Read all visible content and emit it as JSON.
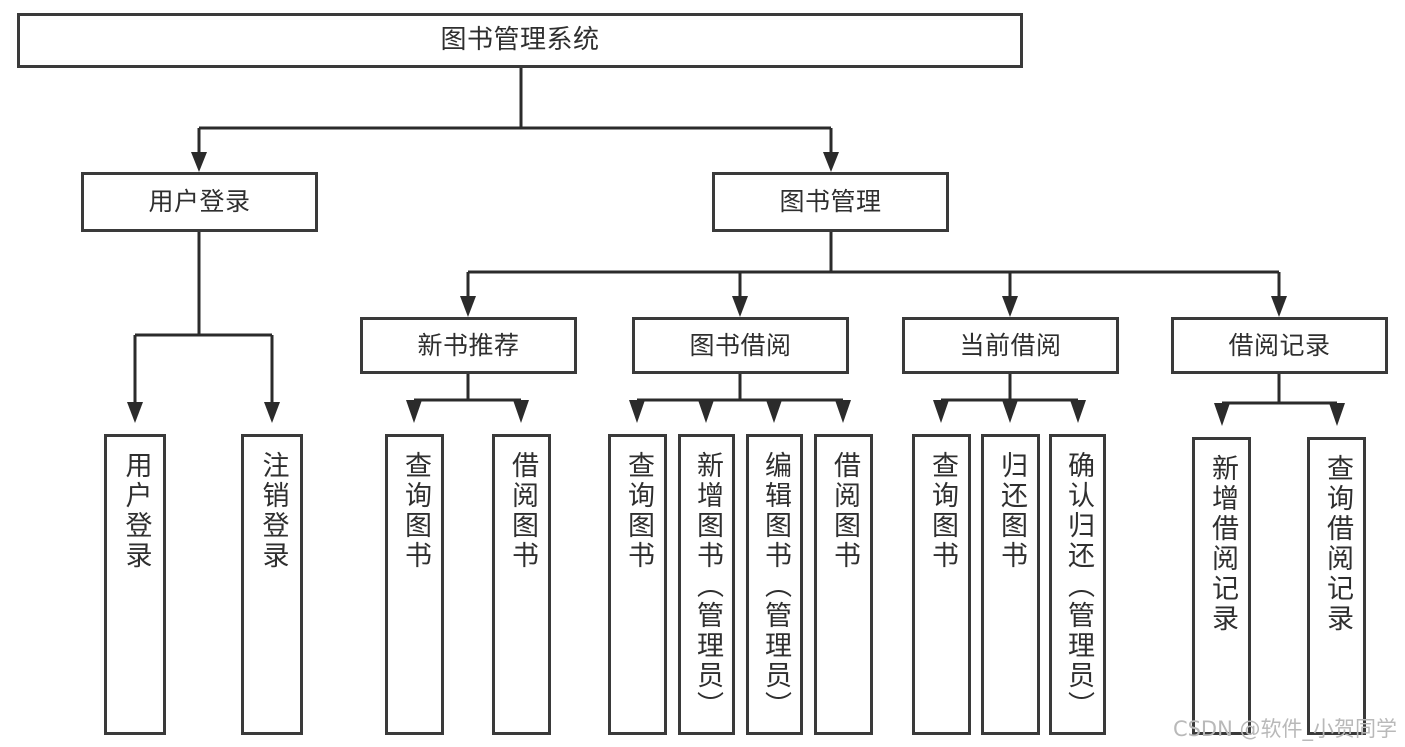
{
  "diagram": {
    "type": "tree-hierarchy",
    "title": "图书管理系统",
    "root": {
      "id": "root",
      "label": "图书管理系统"
    },
    "level2": [
      {
        "id": "user-login",
        "label": "用户登录"
      },
      {
        "id": "book-manage",
        "label": "图书管理"
      }
    ],
    "level3": [
      {
        "id": "new-book-rec",
        "label": "新书推荐",
        "parent": "book-manage"
      },
      {
        "id": "book-borrow",
        "label": "图书借阅",
        "parent": "book-manage"
      },
      {
        "id": "current-borrow",
        "label": "当前借阅",
        "parent": "book-manage"
      },
      {
        "id": "borrow-record",
        "label": "借阅记录",
        "parent": "book-manage"
      }
    ],
    "leaves": [
      {
        "id": "leaf-user-login",
        "label": "用户登录",
        "parent": "user-login"
      },
      {
        "id": "leaf-user-logout",
        "label": "注销登录",
        "parent": "user-login"
      },
      {
        "id": "leaf-query-book-1",
        "label": "查询图书",
        "parent": "new-book-rec"
      },
      {
        "id": "leaf-borrow-book-1",
        "label": "借阅图书",
        "parent": "new-book-rec"
      },
      {
        "id": "leaf-query-book-2",
        "label": "查询图书",
        "parent": "book-borrow"
      },
      {
        "id": "leaf-add-book",
        "label": "新增图书（管理员）",
        "parent": "book-borrow"
      },
      {
        "id": "leaf-edit-book",
        "label": "编辑图书（管理员）",
        "parent": "book-borrow"
      },
      {
        "id": "leaf-borrow-book-2",
        "label": "借阅图书",
        "parent": "book-borrow"
      },
      {
        "id": "leaf-query-book-3",
        "label": "查询图书",
        "parent": "current-borrow"
      },
      {
        "id": "leaf-return-book",
        "label": "归还图书",
        "parent": "current-borrow"
      },
      {
        "id": "leaf-confirm-return",
        "label": "确认归还（管理员）",
        "parent": "current-borrow"
      },
      {
        "id": "leaf-add-record",
        "label": "新增借阅记录",
        "parent": "borrow-record"
      },
      {
        "id": "leaf-query-record",
        "label": "查询借阅记录",
        "parent": "borrow-record"
      }
    ]
  },
  "watermark": {
    "text": "CSDN @软件_小贺同学"
  },
  "colors": {
    "line": "#2b2b2b",
    "box_border": "#3a3a3a",
    "box_fill": "#ffffff",
    "text": "#2f2f2f",
    "watermark": "#b9b9b9",
    "background": "#ffffff"
  }
}
